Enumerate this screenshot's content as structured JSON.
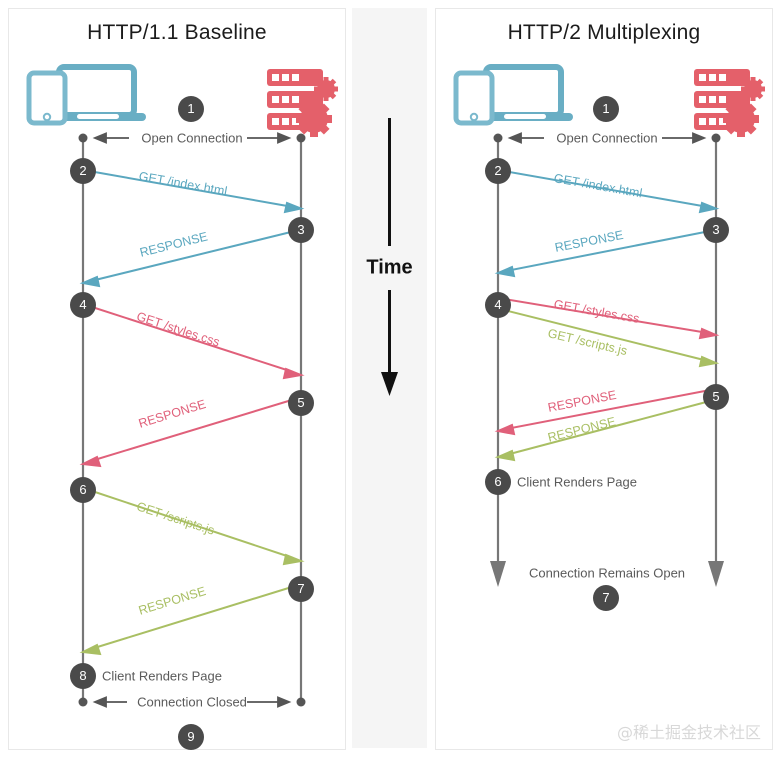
{
  "panels": [
    {
      "id": "http11",
      "title": "HTTP/1.1 Baseline",
      "client_icon": "client-devices-icon",
      "server_icon": "server-rack-gears-icon",
      "open_label": "Open Connection",
      "close_label": "Connection Closed",
      "render_label": "Client Renders Page",
      "steps": [
        "1",
        "2",
        "3",
        "4",
        "5",
        "6",
        "7",
        "8",
        "9"
      ],
      "messages": [
        {
          "text": "GET /index.html",
          "color": "blue",
          "dir": "request"
        },
        {
          "text": "RESPONSE",
          "color": "blue",
          "dir": "response"
        },
        {
          "text": "GET /styles.css",
          "color": "red",
          "dir": "request"
        },
        {
          "text": "RESPONSE",
          "color": "red",
          "dir": "response"
        },
        {
          "text": "GET /scripts.js",
          "color": "green",
          "dir": "request"
        },
        {
          "text": "RESPONSE",
          "color": "green",
          "dir": "response"
        }
      ]
    },
    {
      "id": "http2",
      "title": "HTTP/2 Multiplexing",
      "client_icon": "client-devices-icon",
      "server_icon": "server-rack-gears-icon",
      "open_label": "Open Connection",
      "close_label": "Connection Remains Open",
      "render_label": "Client Renders Page",
      "steps": [
        "1",
        "2",
        "3",
        "4",
        "5",
        "6",
        "7"
      ],
      "messages": [
        {
          "text": "GET /index.html",
          "color": "blue",
          "dir": "request"
        },
        {
          "text": "RESPONSE",
          "color": "blue",
          "dir": "response"
        },
        {
          "text": "GET /styles.css",
          "color": "red",
          "dir": "request"
        },
        {
          "text": "GET /scripts.js",
          "color": "green",
          "dir": "request"
        },
        {
          "text": "RESPONSE",
          "color": "red",
          "dir": "response"
        },
        {
          "text": "RESPONSE",
          "color": "green",
          "dir": "response"
        }
      ]
    }
  ],
  "time_axis": {
    "label": "Time",
    "direction": "down"
  },
  "watermark": "@稀土掘金技术社区",
  "colors": {
    "blue": "#5aa7bf",
    "red": "#e0607a",
    "green": "#a9bf63",
    "badge": "#4a4a4a",
    "lifeline": "#777777",
    "client_icon": "#69aec4",
    "server_icon": "#e4606a",
    "text": "#5a5a5a",
    "title": "#1b1b1b",
    "time_band": "#f5f5f5"
  }
}
